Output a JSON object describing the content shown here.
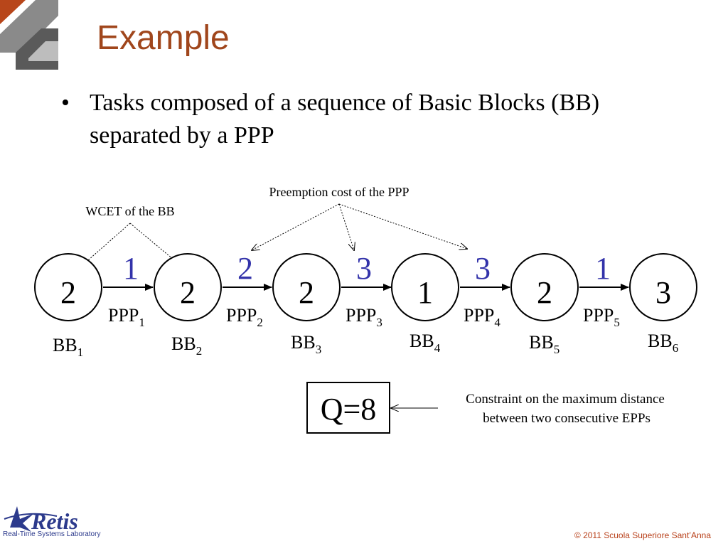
{
  "slide": {
    "title": "Example",
    "bullet": "Tasks composed of a sequence of Basic Blocks (BB) separated by a PPP",
    "footer": "© 2011 Scuola Superiore Sant’Anna"
  },
  "logo": {
    "name": "Retis",
    "subtitle": "Real-Time Systems Laboratory"
  },
  "diagram": {
    "annotation_wcet": "WCET of the BB",
    "annotation_preemption": "Preemption cost of the PPP",
    "blocks": [
      {
        "wcet": "2",
        "label": "BB",
        "sub": "1"
      },
      {
        "wcet": "2",
        "label": "BB",
        "sub": "2"
      },
      {
        "wcet": "2",
        "label": "BB",
        "sub": "3"
      },
      {
        "wcet": "1",
        "label": "BB",
        "sub": "4"
      },
      {
        "wcet": "2",
        "label": "BB",
        "sub": "5"
      },
      {
        "wcet": "3",
        "label": "BB",
        "sub": "6"
      }
    ],
    "ppps": [
      {
        "cost": "1",
        "label": "PPP",
        "sub": "1"
      },
      {
        "cost": "2",
        "label": "PPP",
        "sub": "2"
      },
      {
        "cost": "3",
        "label": "PPP",
        "sub": "3"
      },
      {
        "cost": "3",
        "label": "PPP",
        "sub": "4"
      },
      {
        "cost": "1",
        "label": "PPP",
        "sub": "5"
      }
    ],
    "q_label": "Q=8",
    "constraint_line1": "Constraint on the maximum distance",
    "constraint_line2": "between two consecutive EPPs",
    "colors": {
      "cost": "#3333aa",
      "title": "#a0461c",
      "footer": "#b8401a"
    }
  }
}
